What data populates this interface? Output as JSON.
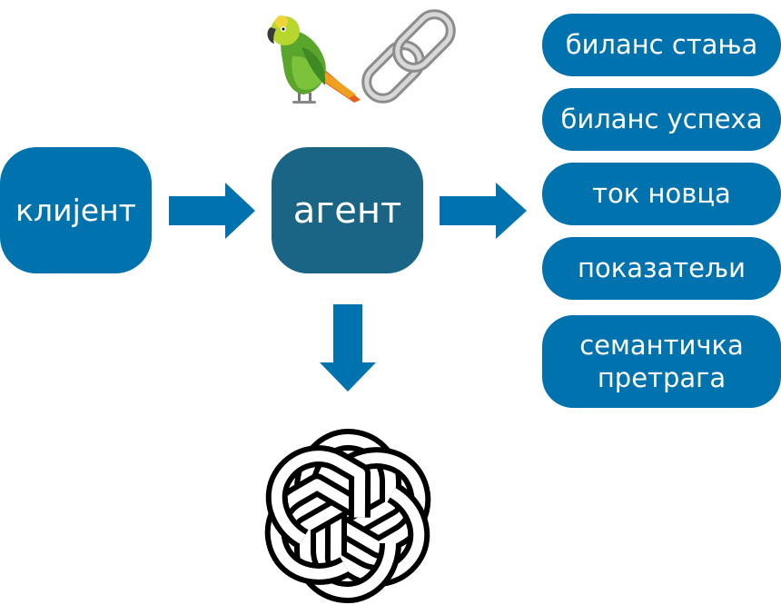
{
  "nodes": {
    "client": "клијент",
    "agent": "агент"
  },
  "tools": [
    {
      "label": "биланс стања"
    },
    {
      "label": "биланс успеха"
    },
    {
      "label": "ток новца"
    },
    {
      "label": "показатељи"
    },
    {
      "label": "семантичка претрага"
    }
  ],
  "icons": {
    "parrot": "parrot-icon",
    "chain": "chain-link-icon",
    "llm": "openai-logo-icon"
  },
  "colors": {
    "node_blue": "#0072ae",
    "agent_blue": "#1a6585",
    "arrow_blue": "#0072ae",
    "logo": "#000000"
  }
}
